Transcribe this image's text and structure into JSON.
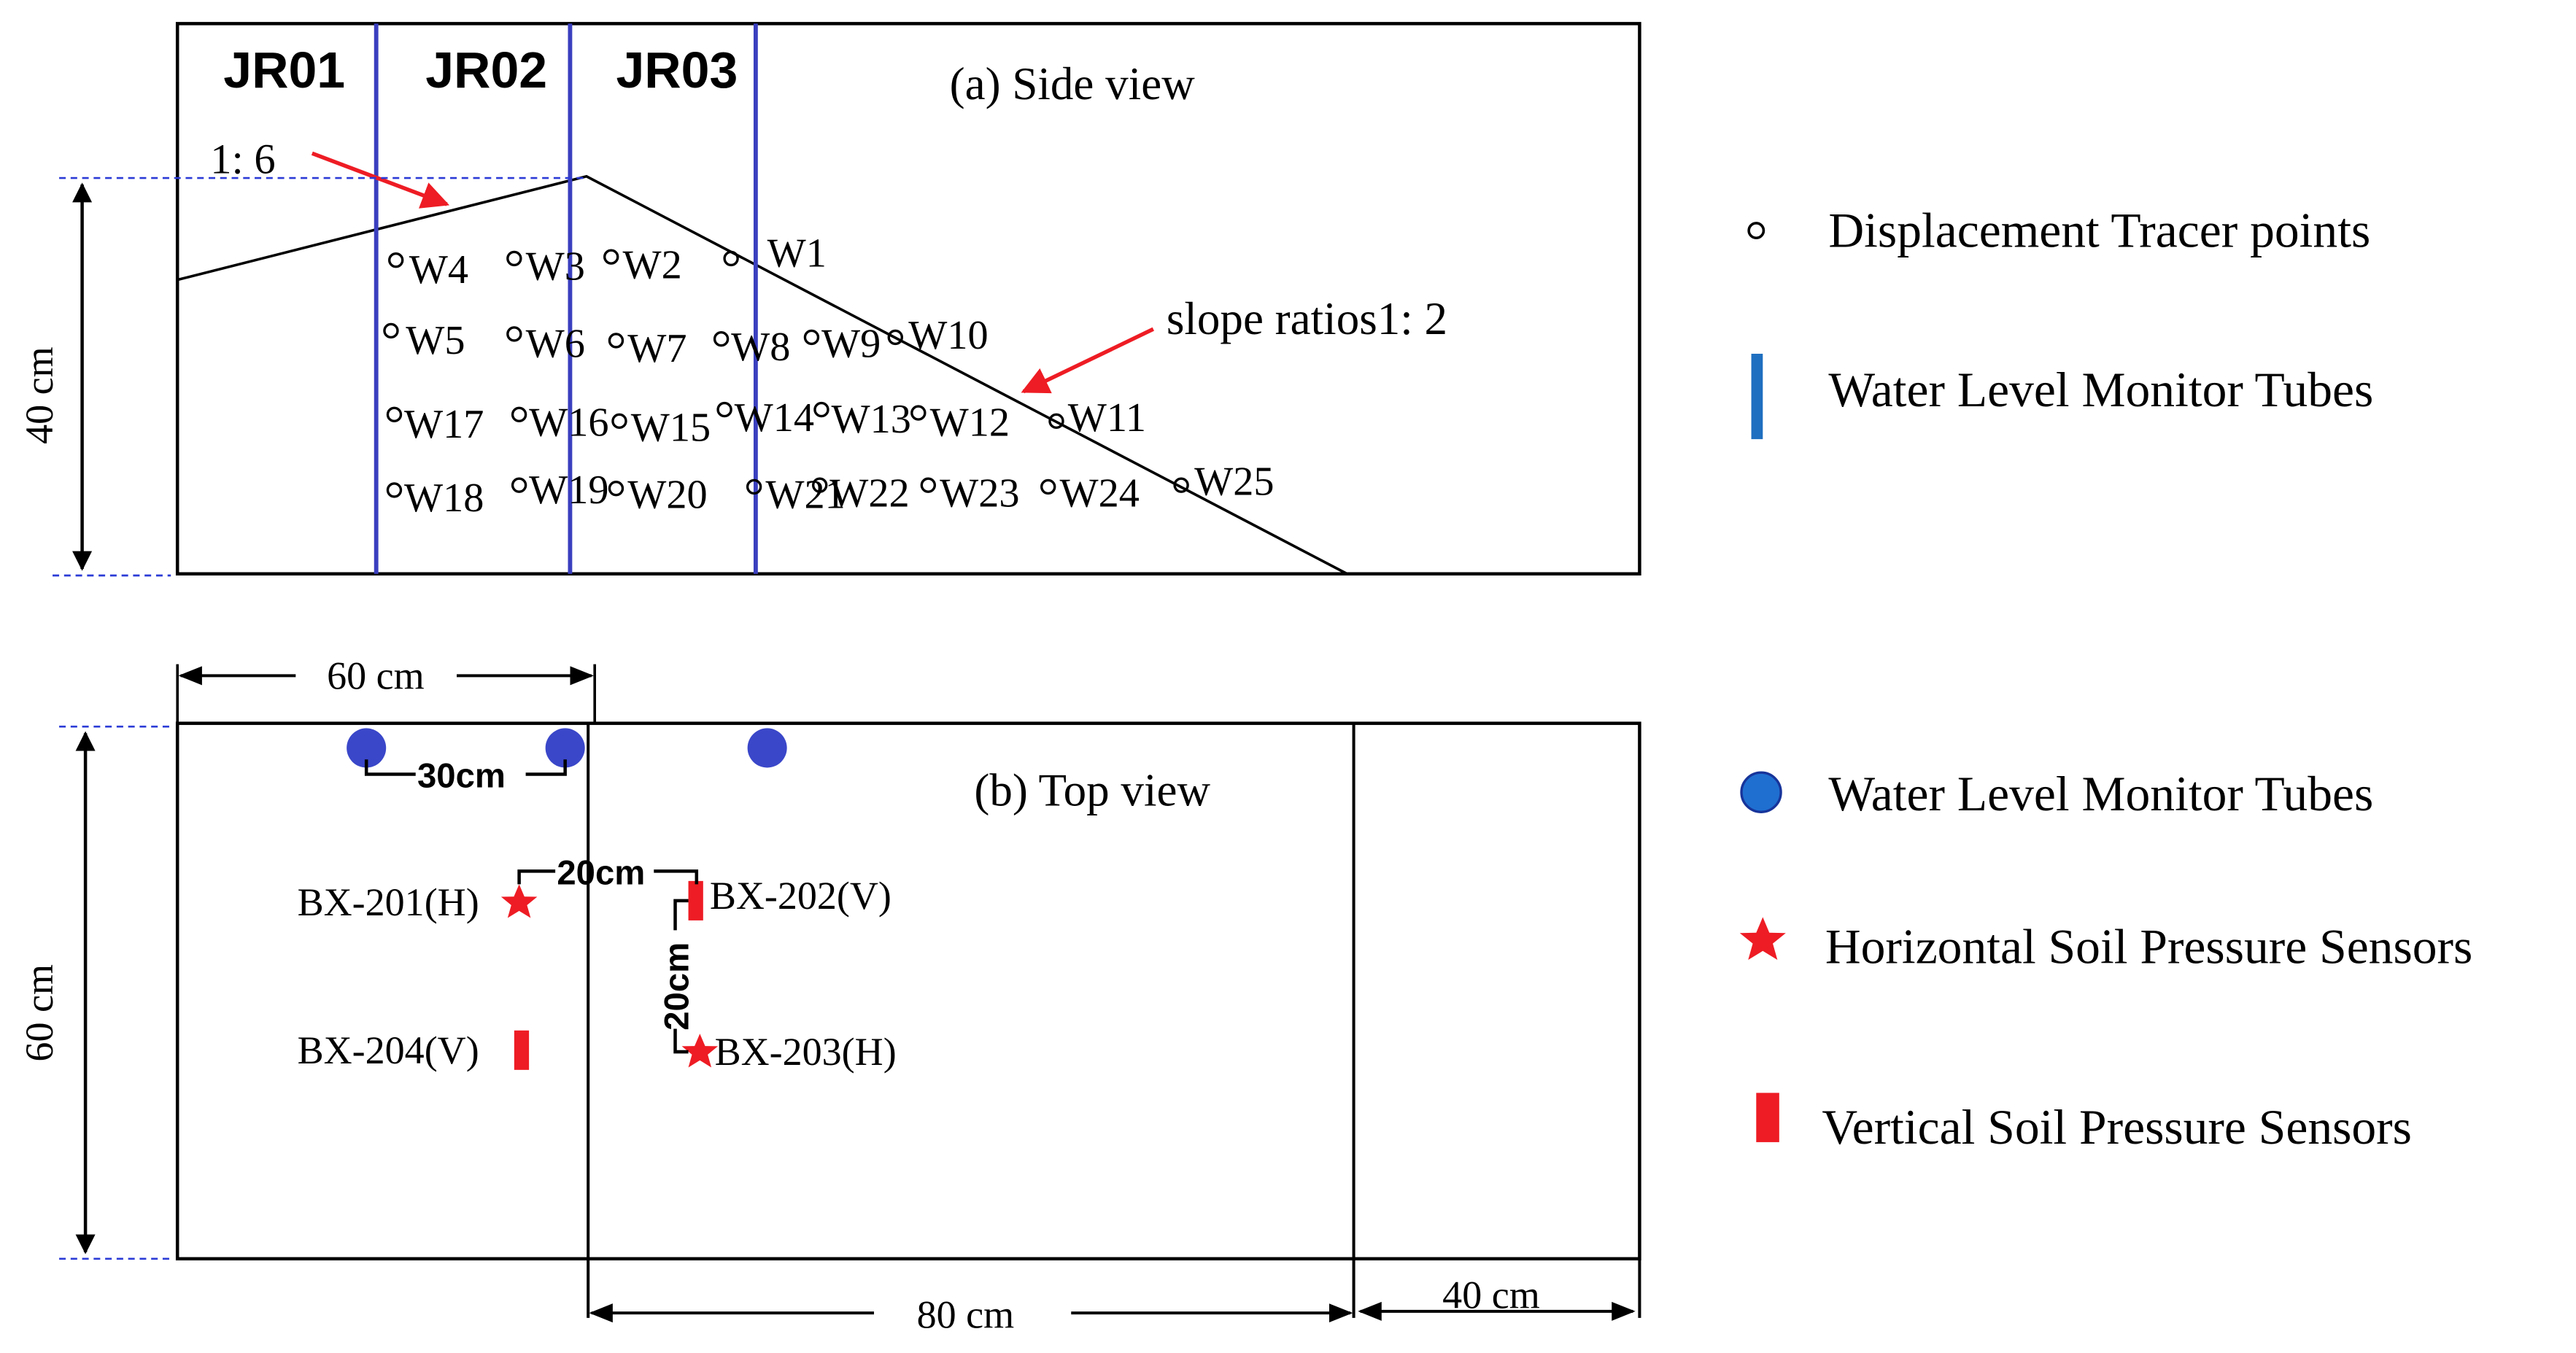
{
  "side_view": {
    "title": "(a) Side view",
    "tube_labels": [
      "JR01",
      "JR02",
      "JR03"
    ],
    "height_label": "40 cm",
    "crest_slope_label": "1: 6",
    "face_slope_label": "slope ratios1: 2",
    "points": [
      "W1",
      "W2",
      "W3",
      "W4",
      "W5",
      "W6",
      "W7",
      "W8",
      "W9",
      "W10",
      "W11",
      "W12",
      "W13",
      "W14",
      "W15",
      "W16",
      "W17",
      "W18",
      "W19",
      "W20",
      "W21",
      "W22",
      "W23",
      "W24",
      "W25"
    ]
  },
  "top_view": {
    "title": "(b) Top view",
    "width_top_label": "60 cm",
    "tube_spacing_label": "30cm",
    "height_label": "60 cm",
    "sensor_spacing_h_label": "20cm",
    "sensor_spacing_v_label": "20cm",
    "bottom_mid_label": "80 cm",
    "bottom_right_label": "40 cm",
    "sensors": [
      {
        "id": "BX-201(H)",
        "type": "horizontal"
      },
      {
        "id": "BX-202(V)",
        "type": "vertical"
      },
      {
        "id": "BX-203(H)",
        "type": "horizontal"
      },
      {
        "id": "BX-204(V)",
        "type": "vertical"
      }
    ]
  },
  "legend": {
    "tracer": "Displacement Tracer points",
    "tube_side": "Water Level Monitor Tubes",
    "tube_top": "Water Level Monitor Tubes",
    "horizontal_sensor": "Horizontal Soil Pressure Sensors",
    "vertical_sensor": "Vertical Soil Pressure Sensors"
  },
  "colors": {
    "tube_line": "#3a3fbf",
    "tube_dot": "#3a47c9",
    "legend_tube_line": "#1f6fc0",
    "legend_tube_dot": "#1f6fd0",
    "sensor": "#ee1c24",
    "arrow": "#ee1c24",
    "guide": "#2b3bd6",
    "outline": "#000000"
  }
}
